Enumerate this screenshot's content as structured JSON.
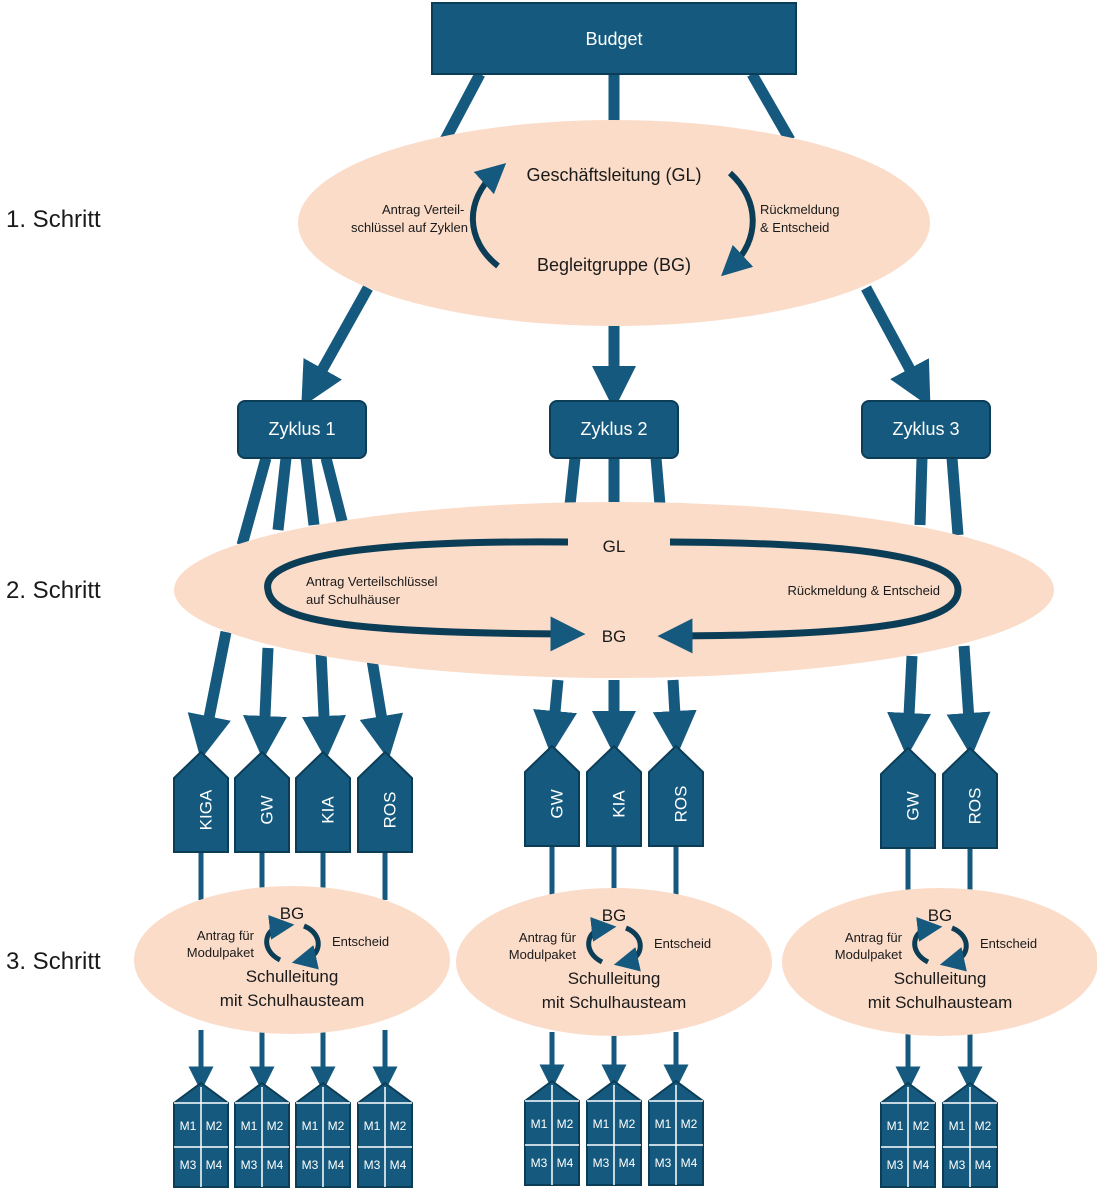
{
  "colors": {
    "primary": "#155a7e",
    "stroke": "#0c3d57",
    "ellipse": "#fbdcc9",
    "text": "#1a1a1a",
    "white": "#ffffff"
  },
  "budget": "Budget",
  "steps": [
    "1. Schritt",
    "2. Schritt",
    "3. Schritt"
  ],
  "step1": {
    "top": "Geschäftsleitung (GL)",
    "bottom": "Begleitgruppe (BG)",
    "left": [
      "Antrag Verteil-",
      "schlüssel auf Zyklen"
    ],
    "right": [
      "Rückmeldung",
      "& Entscheid"
    ]
  },
  "zyklen": [
    "Zyklus 1",
    "Zyklus 2",
    "Zyklus 3"
  ],
  "step2": {
    "top": "GL",
    "bottom": "BG",
    "left": [
      "Antrag Verteilschlüssel",
      "auf Schulhäuser"
    ],
    "right": "Rückmeldung & Entscheid"
  },
  "schools": [
    [
      "KIGA",
      "GW",
      "KIA",
      "ROS"
    ],
    [
      "GW",
      "KIA",
      "ROS"
    ],
    [
      "GW",
      "ROS"
    ]
  ],
  "step3": {
    "top": "BG",
    "left": [
      "Antrag für",
      "Modulpaket"
    ],
    "right": "Entscheid",
    "bottom": [
      "Schulleitung",
      "mit Schulhausteam"
    ]
  },
  "modules": [
    "M1",
    "M2",
    "M3",
    "M4"
  ]
}
